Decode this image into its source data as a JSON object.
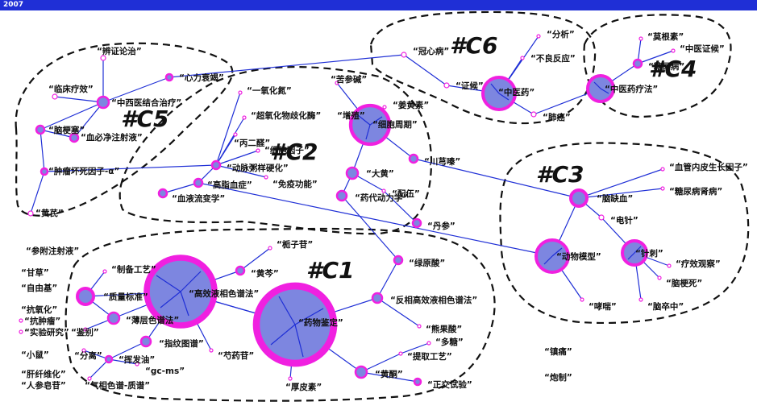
{
  "header": {
    "year": "2007"
  },
  "colors": {
    "bar": "#1f2fd6",
    "node_fill": "#7d86e0",
    "node_ring": "#f020e0",
    "edge": "#1f2fd6",
    "hull": "#111111"
  },
  "clusters": [
    {
      "id": "c1",
      "label": "#C1"
    },
    {
      "id": "c2",
      "label": "#C2"
    },
    {
      "id": "c3",
      "label": "#C3"
    },
    {
      "id": "c4",
      "label": "#C4"
    },
    {
      "id": "c5",
      "label": "#C5"
    },
    {
      "id": "c6",
      "label": "#C6"
    }
  ],
  "nodes": [
    {
      "id": "bianzheng",
      "label": "“辨证论治”"
    },
    {
      "id": "xinli",
      "label": "“心力衰竭”"
    },
    {
      "id": "linchuang",
      "label": "“临床疗效”"
    },
    {
      "id": "zhongxi",
      "label": "“中西医结合治疗”"
    },
    {
      "id": "naogeng",
      "label": "“脑梗塞”"
    },
    {
      "id": "xuesai",
      "label": "“血必净注射液”"
    },
    {
      "id": "huaisi",
      "label": "“肿瘤坏死因子-α”"
    },
    {
      "id": "huangqi",
      "label": "“黄芪”"
    },
    {
      "id": "yiyang",
      "label": "“一氧化氮”"
    },
    {
      "id": "chaoyang",
      "label": "“超氧化物歧化酶”"
    },
    {
      "id": "bingerquan",
      "label": "“丙二醛”"
    },
    {
      "id": "xibao",
      "label": "“细胞因子”"
    },
    {
      "id": "dongmai",
      "label": "“动脉粥样硬化”"
    },
    {
      "id": "mianyi",
      "label": "“免疫功能”"
    },
    {
      "id": "gaozhi",
      "label": "“高脂血症”"
    },
    {
      "id": "xueye",
      "label": "“血液流变学”"
    },
    {
      "id": "kushen",
      "label": "“苦参碱”"
    },
    {
      "id": "fuzheng",
      "label": "“增殖”"
    },
    {
      "id": "zhouqi",
      "label": "“细胞周期”"
    },
    {
      "id": "wusu",
      "label": "“姜黄素”"
    },
    {
      "id": "chuanxiong",
      "label": "“川芎嗪”"
    },
    {
      "id": "dahuang",
      "label": "“大黄”"
    },
    {
      "id": "yaodai",
      "label": "“药代动力学”"
    },
    {
      "id": "diwu",
      "label": "“配伍”"
    },
    {
      "id": "danshen",
      "label": "“丹参”"
    },
    {
      "id": "guanxin",
      "label": "“冠心病”"
    },
    {
      "id": "fenxi",
      "label": "“分析”"
    },
    {
      "id": "buliang",
      "label": "“不良反应”"
    },
    {
      "id": "zhenghou",
      "label": "“证候”"
    },
    {
      "id": "zhongyao",
      "label": "“中医药”"
    },
    {
      "id": "feiai",
      "label": "“肺癌”"
    },
    {
      "id": "tangyi",
      "label": "“莫根素”"
    },
    {
      "id": "zhongyizheng",
      "label": "“中医证候”"
    },
    {
      "id": "tangniao",
      "label": "“糖尿病”"
    },
    {
      "id": "zhongyiliao",
      "label": "“中医药疗法”"
    },
    {
      "id": "xueguan",
      "label": "“血管内皮生长因子”"
    },
    {
      "id": "tangniaoshen",
      "label": "“糖尿病肾病”"
    },
    {
      "id": "naoque",
      "label": "“脑缺血”"
    },
    {
      "id": "dianzhen",
      "label": "“电针”"
    },
    {
      "id": "dongwu",
      "label": "“动物模型”"
    },
    {
      "id": "zhenci",
      "label": "“针刺”"
    },
    {
      "id": "liaoxiao",
      "label": "“疗效观察”"
    },
    {
      "id": "naogengsi",
      "label": "“脑梗死”"
    },
    {
      "id": "xiaochuan",
      "label": "“哮喘”"
    },
    {
      "id": "naozu",
      "label": "“脑卒中”"
    },
    {
      "id": "zhizi",
      "label": "“栀子苷”"
    },
    {
      "id": "zhibei",
      "label": "“制备工艺”"
    },
    {
      "id": "huangqin",
      "label": "“黄芩”"
    },
    {
      "id": "zhiliang",
      "label": "“质量标准”"
    },
    {
      "id": "gaoxiao",
      "label": "“高效液相色谱法”"
    },
    {
      "id": "bocengs",
      "label": "“薄层色谱法”"
    },
    {
      "id": "jianbie",
      "label": "“鉴别”"
    },
    {
      "id": "zhiwen",
      "label": "“指纹图谱”"
    },
    {
      "id": "fenli",
      "label": "“分离”"
    },
    {
      "id": "huifayou",
      "label": "“挥发油”"
    },
    {
      "id": "gcms",
      "label": "“gc-ms”"
    },
    {
      "id": "qixiang",
      "label": "“气相色谱-质谱”"
    },
    {
      "id": "shaoyao",
      "label": "“芍药苷”"
    },
    {
      "id": "yaowu",
      "label": "“药物鉴定”"
    },
    {
      "id": "lvyuan",
      "label": "“绿原酸”"
    },
    {
      "id": "fanxiang",
      "label": "“反相高效液相色谱法”"
    },
    {
      "id": "xiongguo",
      "label": "“熊果酸”"
    },
    {
      "id": "duotang",
      "label": "“多糖”"
    },
    {
      "id": "tiqu",
      "label": "“提取工艺”"
    },
    {
      "id": "huangtong",
      "label": "“黄酮”"
    },
    {
      "id": "zhengjiao",
      "label": "“正交试验”"
    },
    {
      "id": "houpi",
      "label": "“厚皮素”"
    },
    {
      "id": "shenfu",
      "label": "“参附注射液”"
    },
    {
      "id": "gancao",
      "label": "“甘草”"
    },
    {
      "id": "zilan",
      "label": "“自由基”"
    },
    {
      "id": "kangyang",
      "label": "“抗氧化”"
    },
    {
      "id": "kangyan",
      "label": "“抗肿瘤”"
    },
    {
      "id": "shiyan",
      "label": "“实验研究”"
    },
    {
      "id": "xiaoshu",
      "label": "“小鼠”"
    },
    {
      "id": "ganxian",
      "label": "“肝纤维化”"
    },
    {
      "id": "renshen",
      "label": "“人参皂苷”"
    },
    {
      "id": "tengtong",
      "label": "“镇痛”"
    },
    {
      "id": "paozhi",
      "label": "“炮制”"
    }
  ]
}
